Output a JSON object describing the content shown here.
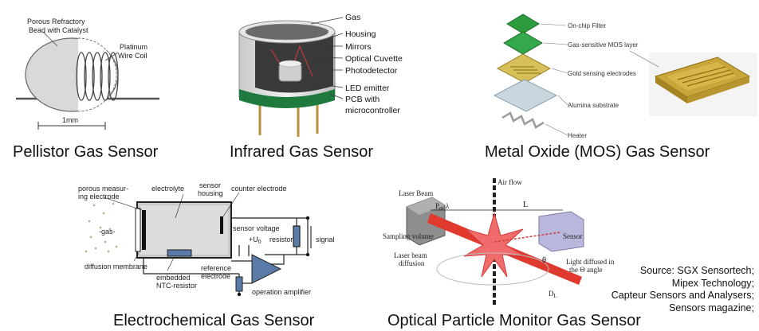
{
  "pellistor": {
    "caption": "Pellistor Gas Sensor",
    "bead_label_1": "Porous Refractory",
    "bead_label_2": "Bead with Catalyst",
    "coil_label_1": "Platinum",
    "coil_label_2": "Wire Coil",
    "scale_label": "1mm"
  },
  "infrared": {
    "caption": "Infrared Gas Sensor",
    "labels": [
      "Gas",
      "Housing",
      "Mirrors",
      "Optical Cuvette",
      "Photodetector",
      "LED emitter",
      "PCB with",
      "microcontroller"
    ]
  },
  "mos": {
    "caption": "Metal Oxide (MOS) Gas Sensor",
    "labels": [
      "On-chip Filter",
      "Gas-sensitive MOS layer",
      "Gold sensing electrodes",
      "Alumina substrate",
      "Heater"
    ]
  },
  "electrochemical": {
    "caption": "Electrochemical Gas Sensor",
    "labels": {
      "porous_1": "porous measur-",
      "porous_2": "ing electrode",
      "electrolyte": "electrolyte",
      "sensor_housing_1": "sensor",
      "sensor_housing_2": "housing",
      "counter": "counter electrode",
      "gas": "-gas-",
      "sensor_voltage": "sensor voltage",
      "u0": "+U",
      "u0_sub": "0",
      "resistor": "resistor",
      "signal": "signal",
      "diffusion": "diffusion membrane",
      "ntc_1": "embedded",
      "ntc_2": "NTC-resistor",
      "ref_1": "reference",
      "ref_2": "electrode",
      "opamp": "operation amplifier"
    }
  },
  "optical": {
    "caption": "Optical Particle Monitor Gas Sensor",
    "labels": {
      "air_flow": "Air flow",
      "laser_beam": "Laser Beam",
      "p_lambda": "P",
      "p_sub": "o",
      "lambda": ", λ",
      "L": "L",
      "sampling": "Sampling volume",
      "laser_diff_1": "Laser beam",
      "laser_diff_2": "diffusion",
      "sensor": "Sensor",
      "theta": "θ",
      "diffused_1": "Light diffused in",
      "diffused_2": "the Θ angle",
      "dl": "D",
      "dl_sub": "L"
    }
  },
  "source": {
    "lines": [
      "Source: SGX Sensortech;",
      "Mipex Technology;",
      "Capteur Sensors and Analysers;",
      "Sensors magazine;"
    ]
  }
}
